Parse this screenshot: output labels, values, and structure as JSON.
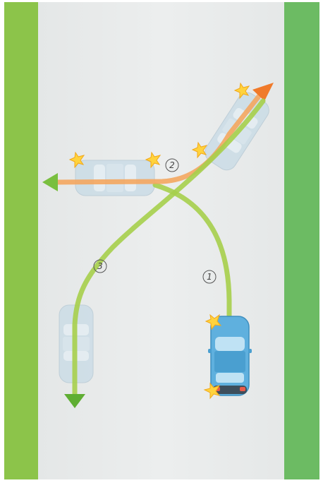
{
  "colors": {
    "page_background": "#ffffff",
    "road": "#e7eaea",
    "left_strip": "#8cc44a",
    "right_strip": "#6cbb63",
    "green_path": "#a6cf4b",
    "green_arrowhead": "#5fae33",
    "orange_path": "#f4a65f",
    "orange_arrowhead_right": "#f07a2a",
    "orange_arrowhead_left": "#79bf3f",
    "car_body": "#5fb0de",
    "car_roof": "#bfe2f4",
    "ghost_car": "#c8dbe6",
    "spark": "#ffd33d"
  },
  "steps": {
    "one": "1",
    "two": "2",
    "three": "3"
  },
  "icons": {
    "car": "car-icon",
    "ghost_car": "ghost-car-icon",
    "spark": "impact-spark-icon"
  }
}
